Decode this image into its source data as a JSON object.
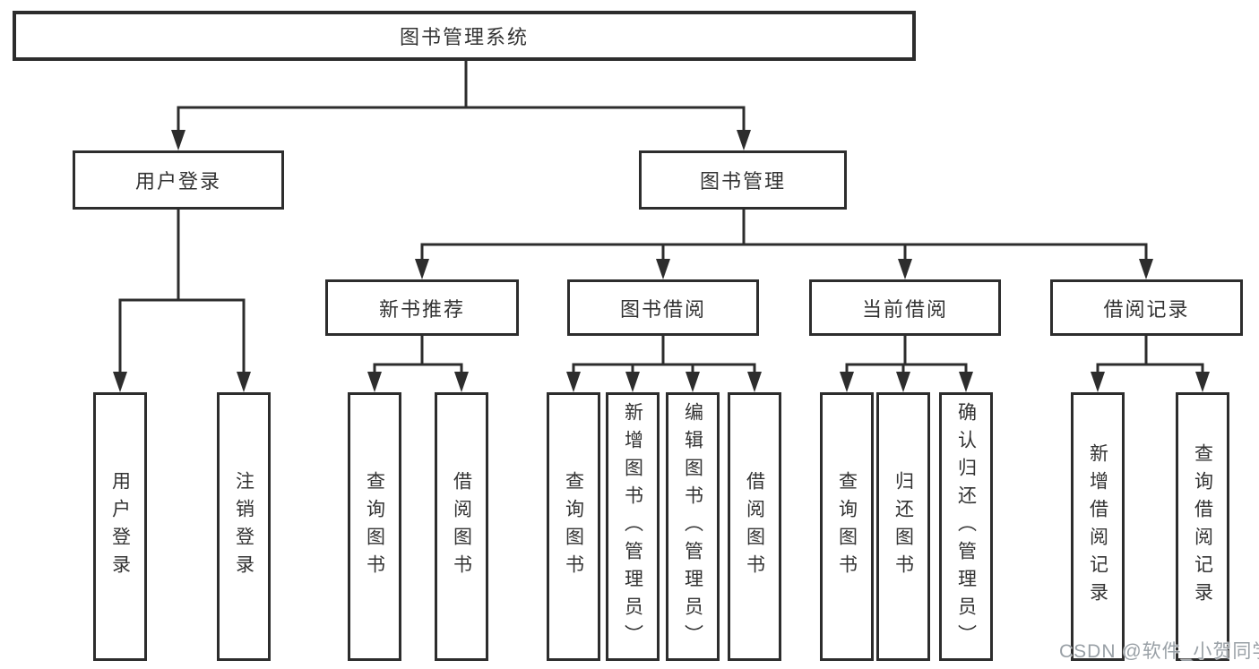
{
  "colors": {
    "line": "#2d2d2d",
    "box_border": "#2d2d2d",
    "text": "#333333",
    "watermark": "#99a0a6",
    "background": "#ffffff"
  },
  "tree": {
    "root": {
      "label": "图书管理系统"
    },
    "branches": [
      {
        "label": "用户登录",
        "children": [
          {
            "label": "用户登录"
          },
          {
            "label": "注销登录"
          }
        ]
      },
      {
        "label": "图书管理",
        "children": [
          {
            "label": "新书推荐",
            "children": [
              {
                "label": "查询图书"
              },
              {
                "label": "借阅图书"
              }
            ]
          },
          {
            "label": "图书借阅",
            "children": [
              {
                "label": "查询图书"
              },
              {
                "label": "新增图书（管理员）"
              },
              {
                "label": "编辑图书（管理员）"
              },
              {
                "label": "借阅图书"
              }
            ]
          },
          {
            "label": "当前借阅",
            "children": [
              {
                "label": "查询图书"
              },
              {
                "label": "归还图书"
              },
              {
                "label": "确认归还（管理员）"
              }
            ]
          },
          {
            "label": "借阅记录",
            "children": [
              {
                "label": "新增借阅记录"
              },
              {
                "label": "查询借阅记录"
              }
            ]
          }
        ]
      }
    ]
  },
  "watermark": {
    "text": "CSDN @软件_小贺同学"
  }
}
